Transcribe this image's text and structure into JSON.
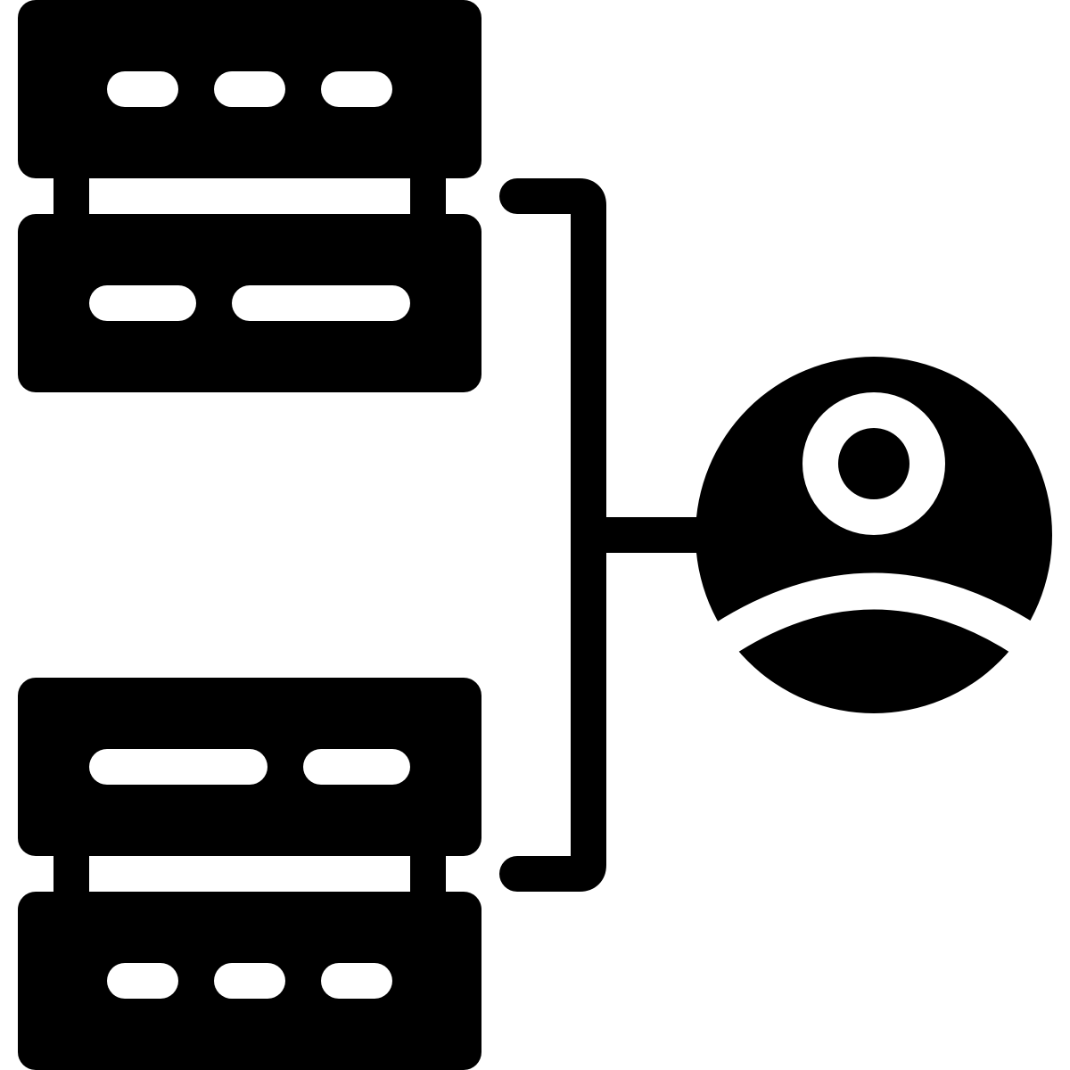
{
  "icon": {
    "name": "server-network-user-icon",
    "parts": [
      "server-stack-top",
      "server-stack-bottom",
      "connector-bracket",
      "user-avatar"
    ]
  },
  "colors": {
    "foreground": "#000000",
    "background": "#ffffff"
  }
}
